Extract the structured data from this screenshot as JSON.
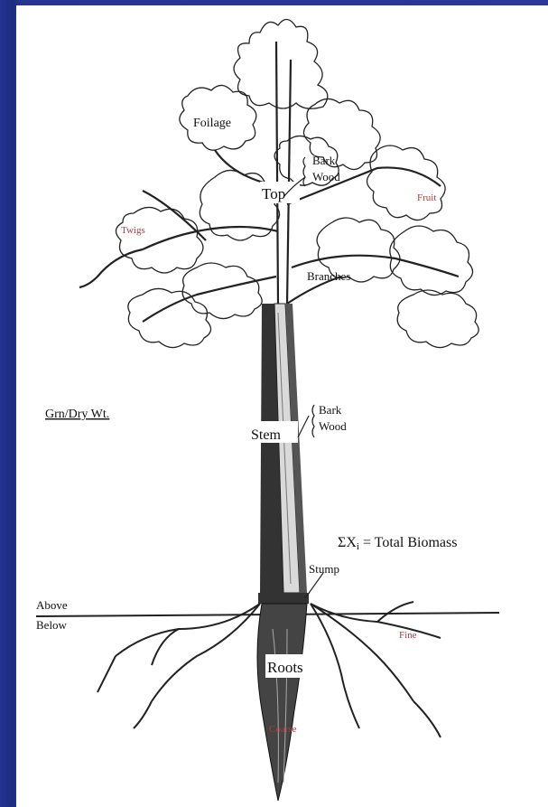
{
  "diagram": {
    "labels": {
      "foilage": "Foilage",
      "bark_top": "Bark",
      "wood_top": "Wood",
      "top": "Top",
      "fruit": "Fruit",
      "twigs": "Twigs",
      "branches": "Branches",
      "grn_dry_wt": "Grn/Dry Wt.",
      "bark_stem": "Bark",
      "wood_stem": "Wood",
      "stem": "Stem",
      "total_biomass_sigma": "ΣX",
      "total_biomass_sub": "i",
      "total_biomass_rest": " = Total Biomass",
      "stump": "Stump",
      "above": "Above",
      "below": "Below",
      "fine": "Fine",
      "roots": "Roots",
      "coarse": "Coarse"
    },
    "colors": {
      "background": "#24348f",
      "panel": "#ffffff",
      "ink": "#111111",
      "accent_red": "#b03a3a"
    }
  }
}
